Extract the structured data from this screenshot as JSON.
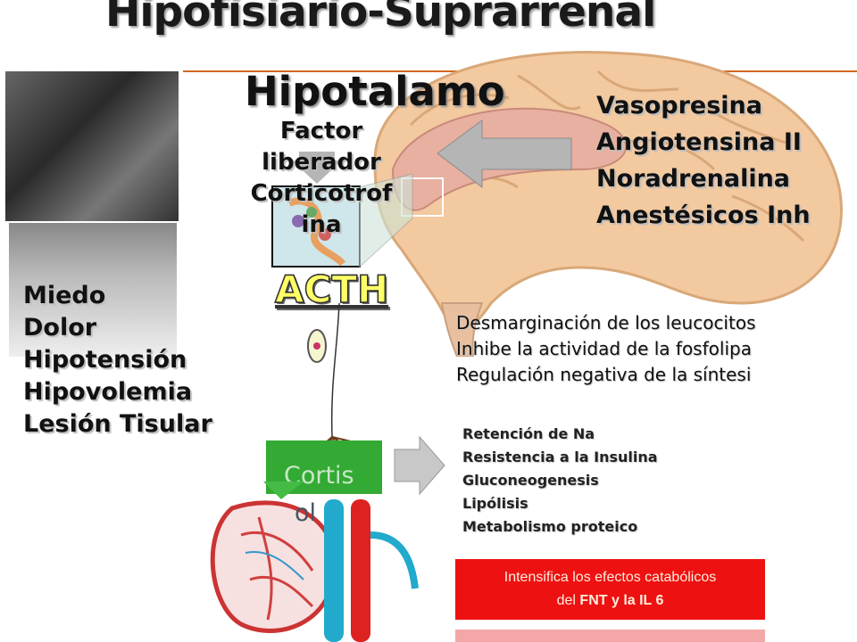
{
  "title": "Hipofisiario-Suprarrenal",
  "hypothalamus": "Hipotalamo",
  "factor": [
    "Factor",
    "liberador",
    "Corticotrof",
    "ina"
  ],
  "right_stimuli": [
    "Vasopresina",
    "Angiotensina II",
    "Noradrenalina",
    "Anestésicos Inh"
  ],
  "left_stimuli": [
    "Miedo",
    "Dolor",
    "Hipotensión",
    "Hipovolemia",
    "Lesión Tisular"
  ],
  "acth": "ACTH",
  "effects": [
    "Desmarginación de los leucocitos",
    "Inhibe la actividad de la fosfolipa",
    "Regulación negativa de la síntesi"
  ],
  "cortisol_label_1": "Cortis",
  "cortisol_label_2": "ol",
  "cortisol_effects": [
    "Retención de Na",
    "Resistencia a la Insulina",
    "Gluconeogenesis",
    "Lipólisis",
    "Metabolismo proteico"
  ],
  "red_box": {
    "line1": "Intensifica los efectos catabólicos",
    "line2_prefix": "del ",
    "line2_bold": "FNT y la IL 6"
  },
  "colors": {
    "acth": "#ffff66",
    "cortisol_box": "#33aa33",
    "red_box": "#ee1111",
    "rule": "#d2691e",
    "brain": "#f3c9a0",
    "arrow": "#b5b5b5"
  },
  "icons": [
    "brain-illustration",
    "kidney-adrenal-illustration",
    "neuron-illustration",
    "gray-arrow-left",
    "gray-arrow-right",
    "gray-arrow-down"
  ]
}
